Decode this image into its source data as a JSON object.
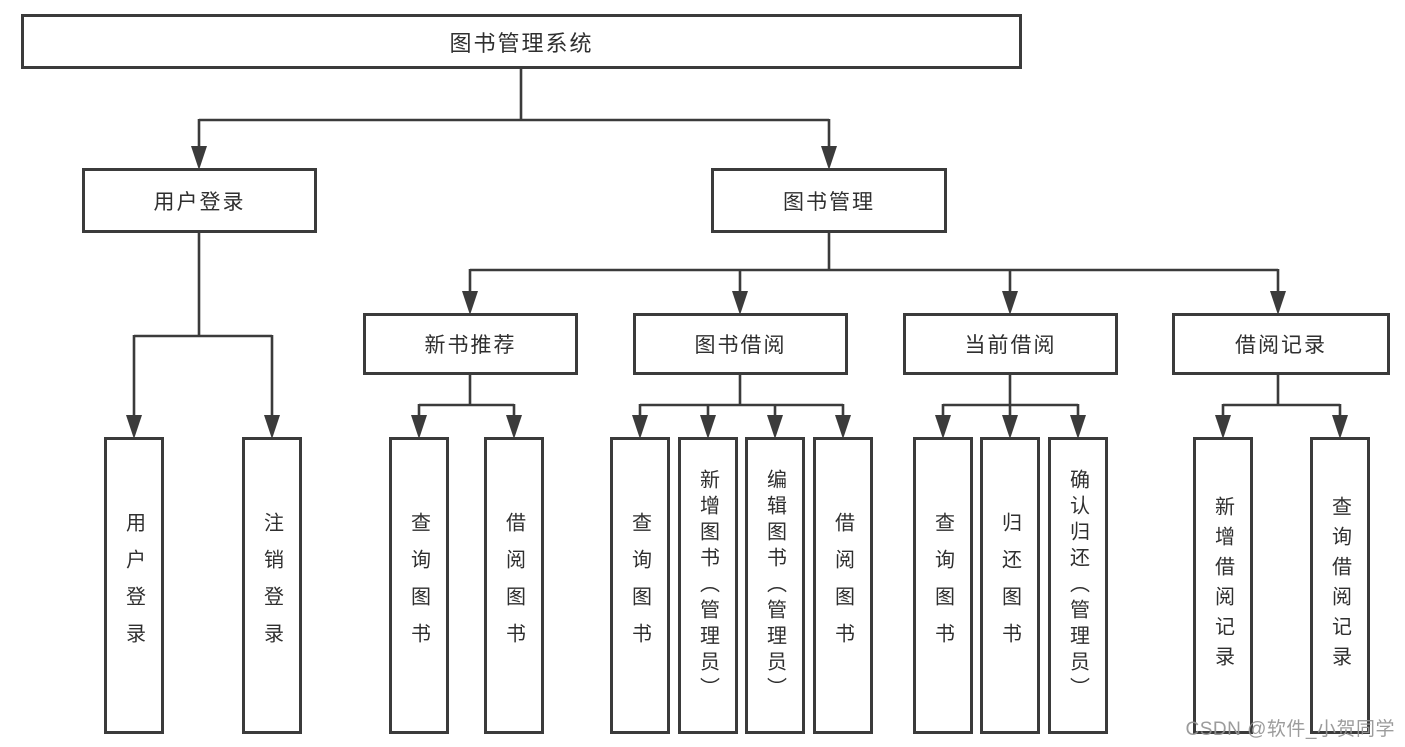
{
  "tree": {
    "root": {
      "label": "图书管理系统"
    },
    "branches": [
      {
        "label": "用户登录",
        "leaves": [
          {
            "label": "用户登录"
          },
          {
            "label": "注销登录"
          }
        ]
      },
      {
        "label": "图书管理",
        "groups": [
          {
            "label": "新书推荐",
            "leaves": [
              {
                "label": "查询图书"
              },
              {
                "label": "借阅图书"
              }
            ]
          },
          {
            "label": "图书借阅",
            "leaves": [
              {
                "label": "查询图书"
              },
              {
                "label": "新增图书（管理员）"
              },
              {
                "label": "编辑图书（管理员）"
              },
              {
                "label": "借阅图书"
              }
            ]
          },
          {
            "label": "当前借阅",
            "leaves": [
              {
                "label": "查询图书"
              },
              {
                "label": "归还图书"
              },
              {
                "label": "确认归还（管理员）"
              }
            ]
          },
          {
            "label": "借阅记录",
            "leaves": [
              {
                "label": "新增借阅记录"
              },
              {
                "label": "查询借阅记录"
              }
            ]
          }
        ]
      }
    ]
  },
  "watermark": "CSDN @软件_小贺同学",
  "colors": {
    "line": "#3b3b3b",
    "text": "#2f2f2f",
    "watermark": "#949494",
    "background": "#ffffff"
  }
}
